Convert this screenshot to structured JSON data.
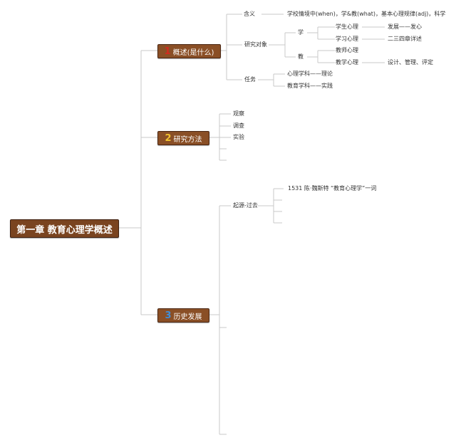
{
  "root": {
    "label": "第一章 教育心理学概述"
  },
  "branches": [
    {
      "num": "1",
      "num_color": "#d42a20",
      "label": "概述(是什么)"
    },
    {
      "num": "2",
      "num_color": "#f2c230",
      "label": "研究方法"
    },
    {
      "num": "3",
      "num_color": "#3f8ed8",
      "label": "历史发展"
    }
  ],
  "b1": {
    "hanyi": "含义",
    "hanyi_text": "学校情境中(when)，学&教(what)，基本心理规律(adj)，科学",
    "yanjiu": "研究对象",
    "xue": "学",
    "xuesheng": "学生心理",
    "fazhan": "发展——发心",
    "xuexi": "学习心理",
    "ersansi": "二三四章详述",
    "jiao": "教",
    "jiaoshi": "教师心理",
    "jiaoxue": "教学心理",
    "sheji": "设计、管理、评定",
    "renwu": "任务",
    "xinli": "心理学科——理论",
    "jiaoyu": "教育学科——实践"
  },
  "b2": {
    "items": [
      "观察",
      "调查",
      "实验"
    ]
  },
  "b3": {
    "qiyuan": "起源-过去",
    "item1": "1531 陈·魏斯特 “教育心理学”一词"
  }
}
